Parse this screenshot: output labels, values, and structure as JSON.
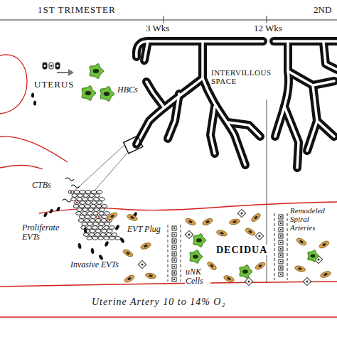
{
  "diagram": {
    "labels": [
      "1ST TRIMESTER",
      "3 Wks",
      "12 Wks",
      "2ND",
      "UTERUS",
      "HBCs",
      "INTERVILLOUS SPACE",
      "CTBs",
      "Proliferate EVTs",
      "EVT Plug",
      "Invasive EVTs",
      "DECIDUA",
      "uNK Cells",
      "Remodeled Spiral Arteries",
      "Uterine Artery 10 to 14% O₂"
    ]
  }
}
